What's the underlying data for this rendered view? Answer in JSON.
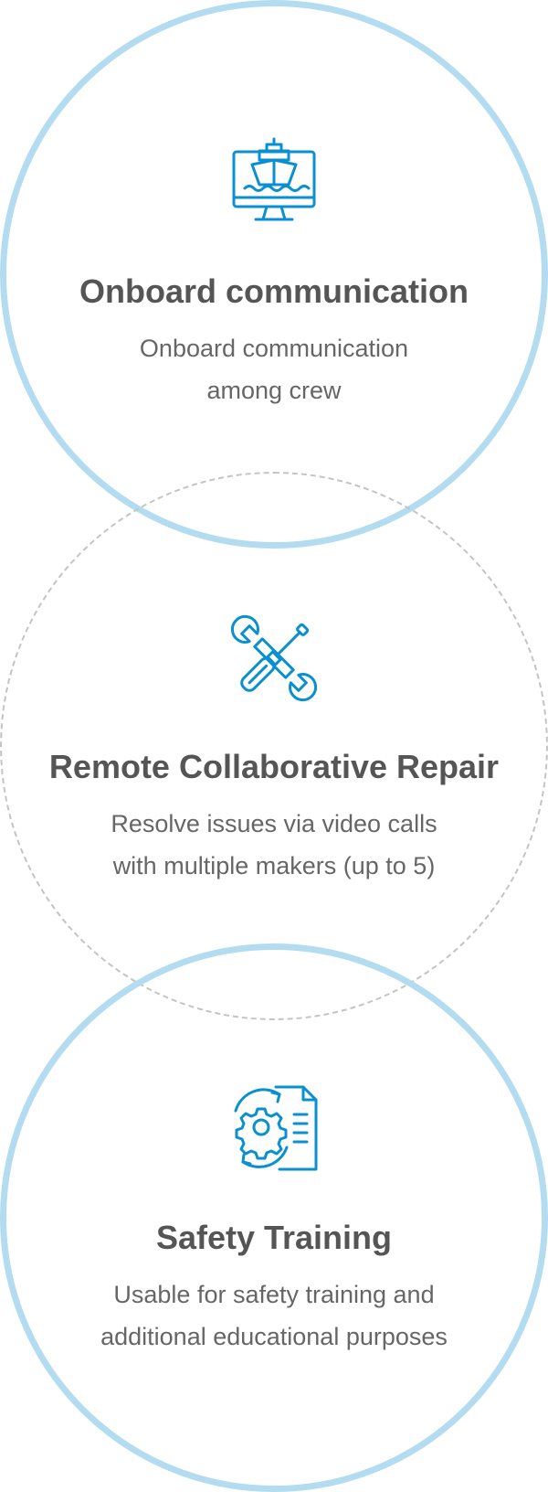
{
  "accent_color": "#0a8fd0",
  "circle_color": "#b3dcf1",
  "features": [
    {
      "icon": "ship-monitor-icon",
      "title": "Onboard communication",
      "desc_line1": "Onboard communication",
      "desc_line2": "among crew"
    },
    {
      "icon": "wrench-screwdriver-icon",
      "title": "Remote Collaborative Repair",
      "desc_line1": "Resolve issues via video calls",
      "desc_line2": "with multiple makers (up to 5)"
    },
    {
      "icon": "gear-document-icon",
      "title": "Safety Training",
      "desc_line1": "Usable for safety training and",
      "desc_line2": "additional educational purposes"
    }
  ]
}
